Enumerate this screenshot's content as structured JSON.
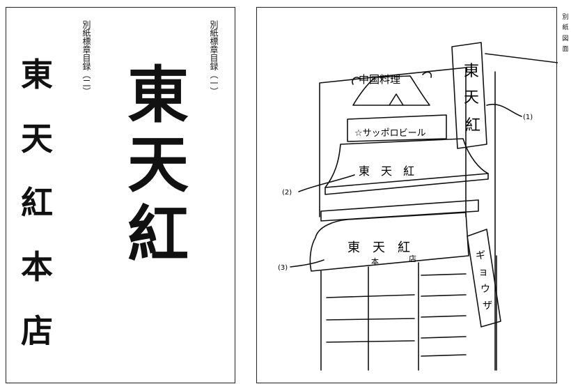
{
  "left_page": {
    "caption_left": "別紙標章目録（二）",
    "caption_right": "別紙標章目録（一）",
    "mark_two_chars": [
      "東",
      "天",
      "紅",
      "本",
      "店"
    ],
    "mark_one_chars": [
      "東",
      "天",
      "紅"
    ]
  },
  "right_page": {
    "side_caption_chars": [
      "別",
      "紙",
      "図",
      "面"
    ],
    "sign_top": "中国料理",
    "sign_beer": "☆サッポロビール",
    "roof_text": "東　天　紅",
    "awning_main": "東　天　紅",
    "awning_sub_1": "本",
    "awning_sub_2": "店",
    "vertical_sign_chars": [
      "東",
      "天",
      "紅"
    ],
    "banner_chars": [
      "ギ",
      "ョ",
      "ウ",
      "ザ"
    ],
    "labels": {
      "one": "(1)",
      "two": "(2)",
      "three": "(3)"
    }
  }
}
